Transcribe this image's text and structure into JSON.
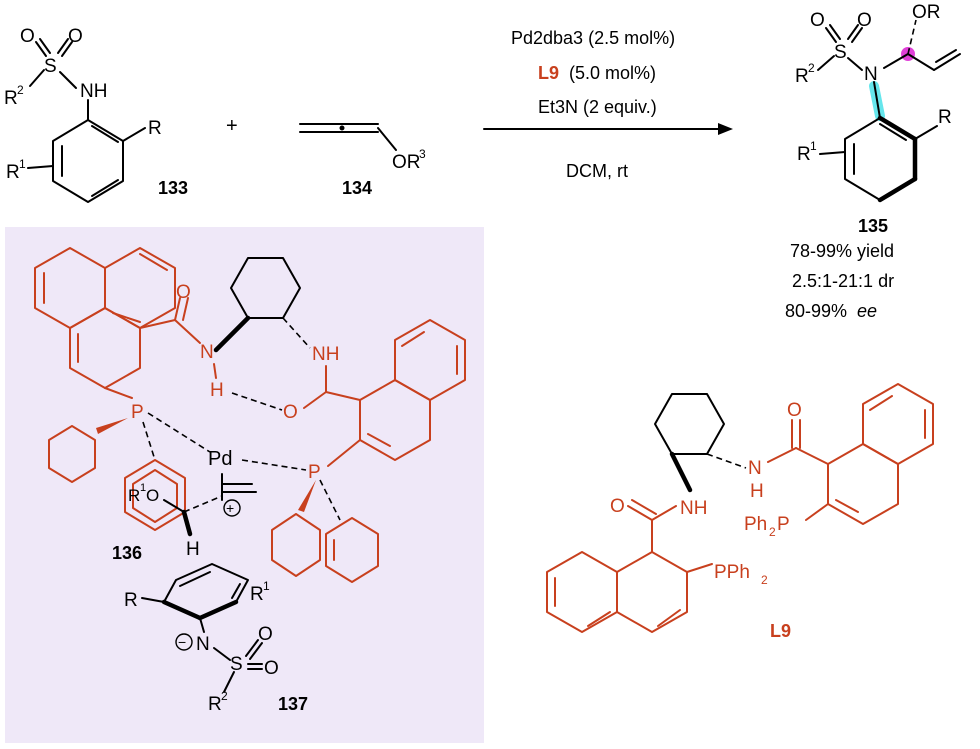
{
  "scheme": {
    "conditions": {
      "catalyst": "Pd2dba3 (2.5 mol%)",
      "ligand_name": "L9",
      "ligand_loading": "(5.0 mol%)",
      "base": "Et3N (2 equiv.)",
      "solvent": "DCM, rt"
    },
    "plus": "+",
    "compounds": {
      "sulfonamide": "133",
      "allene": "134",
      "product": "135",
      "intermediate": "136",
      "anion": "137",
      "ligand": "L9"
    },
    "results": {
      "yield": "78-99% yield",
      "dr": "2.5:1-21:1 dr",
      "ee_value": "80-99%",
      "ee_unit": "ee"
    },
    "atom_labels": {
      "O": "O",
      "S": "S",
      "N": "N",
      "NH": "NH",
      "H": "H",
      "R": "R",
      "R1": "R",
      "R1_sup": "1",
      "R2": "R",
      "R2_sup": "2",
      "OR3": "OR",
      "R3_sup": "3",
      "OR": "OR",
      "Pd": "Pd",
      "P": "P",
      "Ph2P": "Ph",
      "PPh2": "PPh",
      "Ph_sub": "2",
      "R3O": "R",
      "R3O_tail": "O",
      "plus_charge": "+",
      "minus_charge": "−"
    },
    "colors": {
      "ligand_red": "#c8401e",
      "box_lavender": "#efe8f8",
      "highlight_cyan": "#40e0e8",
      "highlight_magenta": "#e040d8"
    }
  }
}
